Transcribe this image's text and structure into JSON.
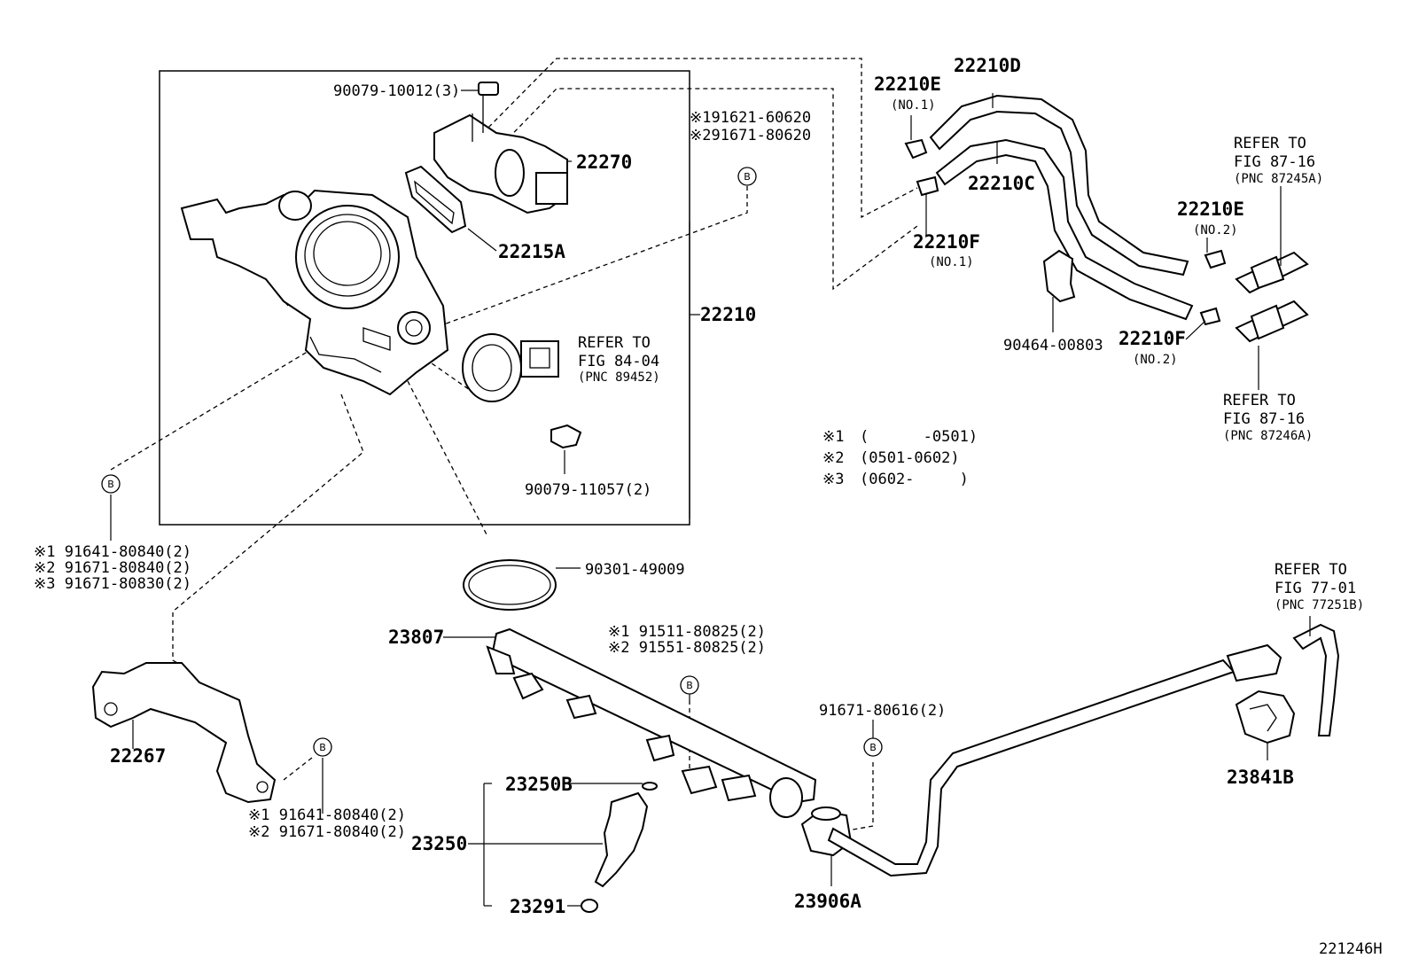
{
  "diagram_id": "221246H",
  "part_numbers": {
    "bolt_top": "90079-10012(3)",
    "iac_valve": "22270",
    "iac_gasket": "22215A",
    "throttle_body_assy": "22210",
    "bolt_tps": "90079-11057(2)",
    "hose_d": "22210D",
    "hose_c": "22210C",
    "clip_e1": "22210E",
    "clip_e1_no": "(NO.1)",
    "clip_f1": "22210F",
    "clip_f1_no": "(NO.1)",
    "clip_e2": "22210E",
    "clip_e2_no": "(NO.2)",
    "clip_f2": "22210F",
    "clip_f2_no": "(NO.2)",
    "clamp": "90464-00803",
    "o_ring": "90301-49009",
    "delivery_pipe": "23807",
    "bracket": "22267",
    "injector_assy": "23250",
    "injector_oring_top": "23250B",
    "injector_oring_bottom": "23291",
    "pulsation_damper": "23906A",
    "fuel_clamp": "23841B"
  },
  "bolt_callouts": {
    "b_tb_upper_1": "※191621-60620",
    "b_tb_upper_2": "※291671-80620",
    "b_left_1": "※1 91641-80840(2)",
    "b_left_2": "※2 91671-80840(2)",
    "b_left_3": "※3 91671-80830(2)",
    "b_rail_1": "※1 91511-80825(2)",
    "b_rail_2": "※2 91551-80825(2)",
    "b_damper": "91671-80616(2)",
    "b_bracket_1": "※1 91641-80840(2)",
    "b_bracket_2": "※2 91671-80840(2)",
    "circle_letter": "B"
  },
  "references": {
    "tps": {
      "line1": "REFER TO",
      "line2": "FIG 84-04",
      "line3": "(PNC 89452)"
    },
    "hose_upper": {
      "line1": "REFER TO",
      "line2": "FIG 87-16",
      "line3": "(PNC 87245A)"
    },
    "hose_lower": {
      "line1": "REFER TO",
      "line2": "FIG 87-16",
      "line3": "(PNC 87246A)"
    },
    "fuel_line": {
      "line1": "REFER TO",
      "line2": "FIG 77-01",
      "line3": "(PNC 77251B)"
    }
  },
  "legend": [
    {
      "mark": "※1",
      "range": "(      -0501)"
    },
    {
      "mark": "※2",
      "range": "(0501-0602)"
    },
    {
      "mark": "※3",
      "range": "(0602-     )"
    }
  ]
}
